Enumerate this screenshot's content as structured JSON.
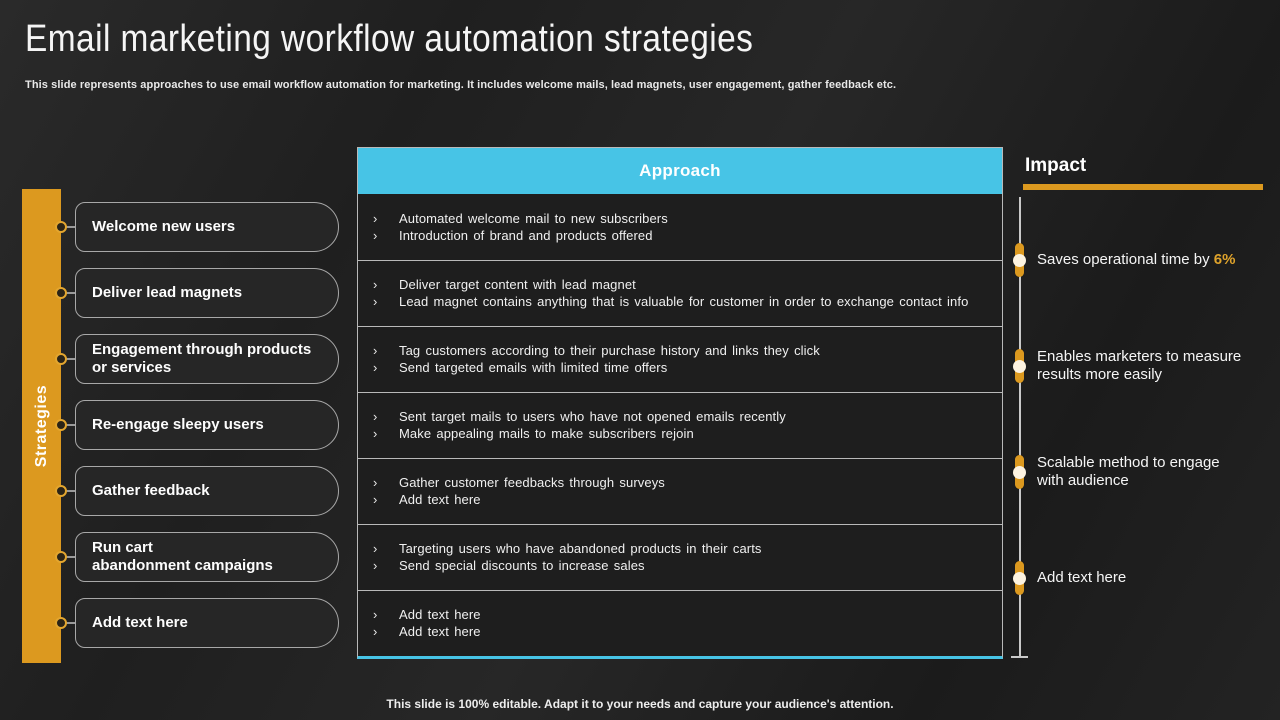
{
  "slide": {
    "title": "Email marketing workflow automation strategies",
    "subtitle": "This slide represents approaches to use email workflow automation for marketing. It includes welcome mails, lead magnets, user engagement, gather feedback etc.",
    "footer": "This slide is 100% editable. Adapt it to your needs and capture your audience's attention."
  },
  "colors": {
    "accent_orange": "#DC991F",
    "accent_cyan": "#47C4E6",
    "background": "#1F1F1F"
  },
  "strategies": {
    "label": "Strategies",
    "items": [
      "Welcome new users",
      "Deliver lead magnets",
      "Engagement through products\nor services",
      "Re-engage sleepy users",
      "Gather feedback",
      "Run cart\nabandonment campaigns",
      "Add text here"
    ]
  },
  "approach": {
    "header": "Approach",
    "bullet_char": "›",
    "rows": [
      {
        "bullets": [
          "Automated welcome mail to new subscribers",
          "Introduction of brand and products offered"
        ]
      },
      {
        "bullets": [
          "Deliver target content with lead magnet",
          "Lead magnet contains anything that is valuable for customer in order to exchange contact info"
        ]
      },
      {
        "bullets": [
          "Tag customers according to their purchase history and links they click",
          "Send targeted emails with limited time offers"
        ]
      },
      {
        "bullets": [
          "Sent target mails to users who have not opened emails recently",
          "Make appealing mails to make subscribers rejoin"
        ]
      },
      {
        "bullets": [
          "Gather customer feedbacks through surveys",
          "Add text here"
        ]
      },
      {
        "bullets": [
          "Targeting users who have abandoned products in their carts",
          "Send special discounts to increase sales"
        ]
      },
      {
        "bullets": [
          "Add text here",
          "Add text here"
        ]
      }
    ]
  },
  "impact": {
    "header": "Impact",
    "items": [
      {
        "text": "Saves operational time by ",
        "highlight": "6%"
      },
      {
        "text": "Enables marketers to measure\nresults more easily",
        "highlight": ""
      },
      {
        "text": "Scalable method to engage\nwith audience",
        "highlight": ""
      },
      {
        "text": "Add text here",
        "highlight": ""
      }
    ]
  }
}
